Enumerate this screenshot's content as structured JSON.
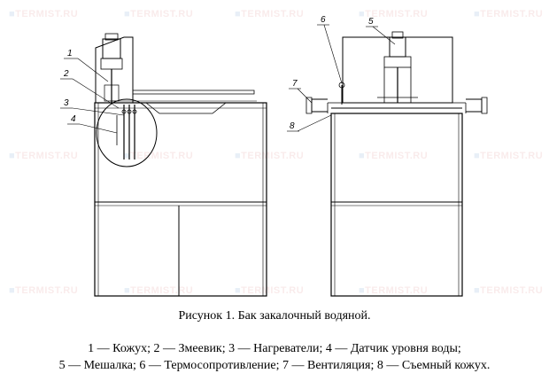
{
  "watermark": "TERMIST.RU",
  "callouts": [
    "1",
    "2",
    "3",
    "4",
    "5",
    "6",
    "7",
    "8"
  ],
  "caption": "Рисунок 1. Бак закалочный водяной.",
  "legend": {
    "line1": "1 — Кожух; 2 — Змеевик; 3 — Нагреватели; 4 — Датчик уровня воды;",
    "line2": "5 — Мешалка; 6 — Термосопротивление; 7 — Вентиляция; 8 — Съемный кожух."
  }
}
